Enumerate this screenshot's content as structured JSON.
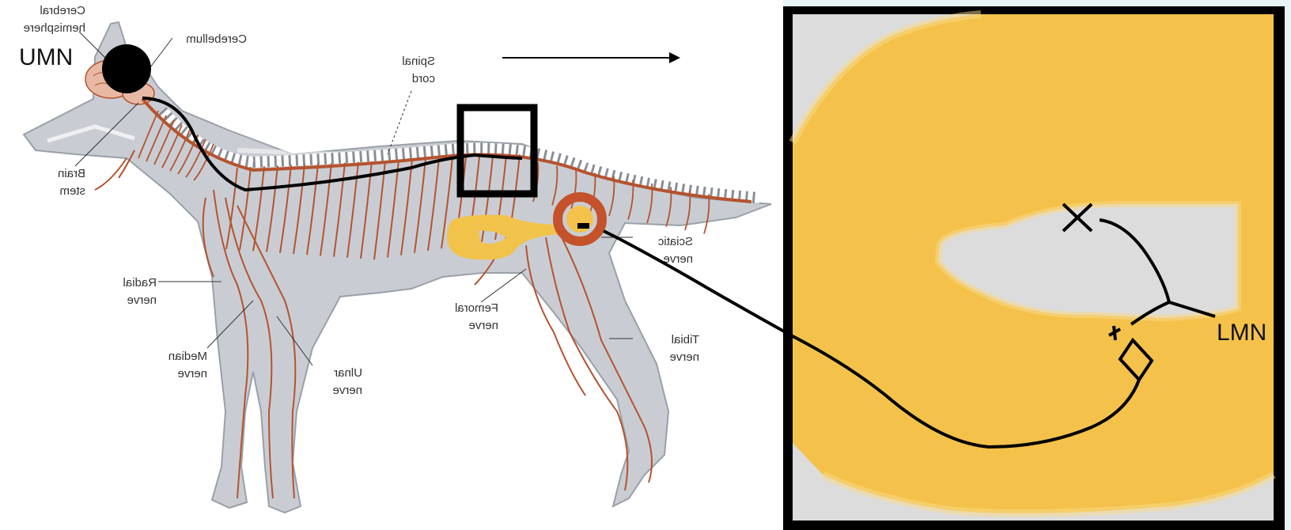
{
  "left_panel": {
    "umn_label": "UMN",
    "labels": {
      "cerebral_hemisphere_1": "Cerebral",
      "cerebral_hemisphere_2": "hemisphere",
      "cerebellum": "Cerebellum",
      "brain_stem_1": "Brain",
      "brain_stem_2": "stem",
      "spinal_cord_1": "Spinal",
      "spinal_cord_2": "cord",
      "radial_nerve_1": "Radial",
      "radial_nerve_2": "nerve",
      "median_nerve_1": "Median",
      "median_nerve_2": "nerve",
      "ulnar_nerve_1": "Ulnar",
      "ulnar_nerve_2": "nerve",
      "femoral_nerve_1": "Femoral",
      "femoral_nerve_2": "nerve",
      "sciatic_nerve_1": "Sciatic",
      "sciatic_nerve_2": "nerve",
      "tibial_nerve_1": "Tibial",
      "tibial_nerve_2": "nerve"
    }
  },
  "right_panel": {
    "lmn_label": "LMN"
  },
  "colors": {
    "nerve": "#b5532f",
    "dog_body": "#c9cdd3",
    "zoom_fill": "#f4c24a",
    "zoom_gray": "#dcdcdc",
    "frame": "#000000"
  }
}
